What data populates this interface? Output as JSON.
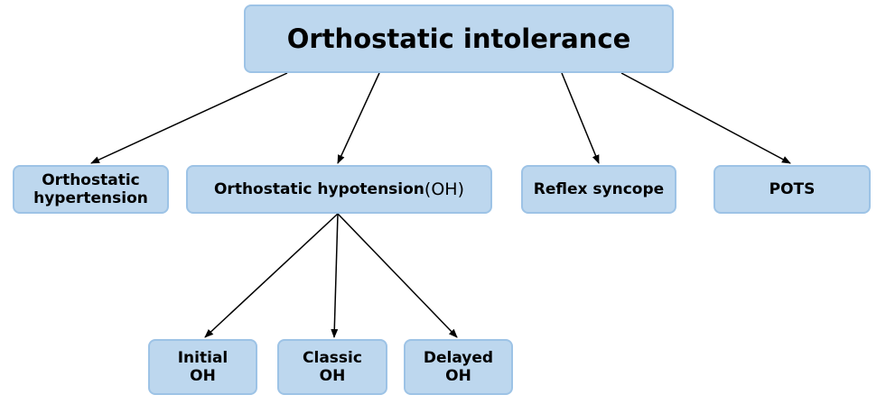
{
  "root": {
    "label": "Orthostatic intolerance"
  },
  "level1": {
    "hypertension": {
      "line1": "Orthostatic",
      "line2": "hypertension"
    },
    "hypotension": {
      "label": "Orthostatic hypotension",
      "abbr": "(OH)"
    },
    "reflex_syncope": {
      "label": "Reflex syncope"
    },
    "pots": {
      "label": "POTS"
    }
  },
  "level2": {
    "initial": {
      "line1": "Initial",
      "line2": "OH"
    },
    "classic": {
      "line1": "Classic",
      "line2": "OH"
    },
    "delayed": {
      "line1": "Delayed",
      "line2": "OH"
    }
  },
  "colors": {
    "node_fill": "#bdd7ee",
    "node_border": "#9dc3e6",
    "edge": "#000000"
  }
}
